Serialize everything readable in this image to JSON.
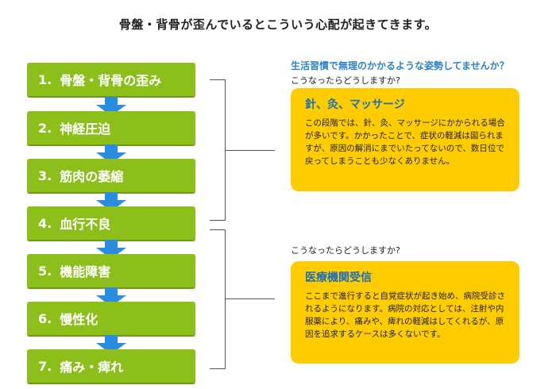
{
  "title": "骨盤・背骨が歪んでいるとこういう心配が起きてきます。",
  "steps": [
    {
      "num": "1.",
      "label": "骨盤・背骨の歪み"
    },
    {
      "num": "2.",
      "label": "神経圧迫"
    },
    {
      "num": "3.",
      "label": "筋肉の萎縮"
    },
    {
      "num": "4.",
      "label": "血行不良"
    },
    {
      "num": "5.",
      "label": "機能障害"
    },
    {
      "num": "6.",
      "label": "慢性化"
    },
    {
      "num": "7.",
      "label": "痛み・痺れ"
    }
  ],
  "group1": {
    "question_blue": "生活習慣で無理のかかるような姿勢してませんか？",
    "question": "こうなったらどうしますか?",
    "card_title": "針、灸、マッサージ",
    "card_body": "この段階では、針、灸、マッサージにかかられる場合が多いです。かかったことで、症状の軽減は図られますが、原因の解消にまでいたってないので、数日位で戻ってしまうことも少なくありません。"
  },
  "group2": {
    "question": "こうなったらどうしますか?",
    "card_title": "医療機関受信",
    "card_body": "ここまで進行すると自覚症状が起き始め、病院受診されるようになります。病院の対応としては、注射や内服薬により、痛みや、痺れの軽減はしてくれるが、原因を追求するケースは多くないです。"
  },
  "colors": {
    "step_green": "#8cbf1a",
    "arrow_blue": "#2b8de0",
    "card_yellow": "#ffcc00",
    "accent_blue": "#2f82c8"
  }
}
